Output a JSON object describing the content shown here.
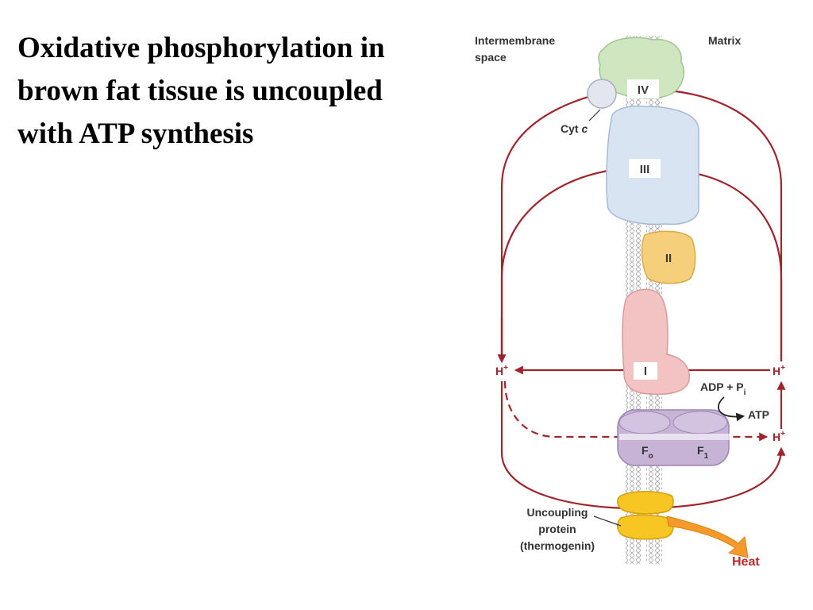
{
  "slide": {
    "title_lines": [
      "Oxidative phosphorylation in",
      "brown fat tissue is uncoupled",
      "with ATP synthesis"
    ]
  },
  "diagram": {
    "intermembrane_label_line1": "Intermembrane",
    "intermembrane_label_line2": "space",
    "matrix_label": "Matrix",
    "complex_iv": "IV",
    "cyt_c_label": "Cyt",
    "cyt_c_italic": "c",
    "complex_iii": "III",
    "complex_ii": "II",
    "complex_i": "I",
    "proton_left": "H",
    "proton_right_top": "H",
    "proton_right_bottom": "H",
    "proton_charge": "+",
    "adp_label": "ADP + P",
    "adp_subscript": "i",
    "atp_label": "ATP",
    "fo_label": "F",
    "fo_subscript": "o",
    "f1_label": "F",
    "f1_subscript": "1",
    "uncoupling_line1": "Uncoupling",
    "uncoupling_line2": "protein",
    "uncoupling_line3": "(thermogenin)",
    "heat_label": "Heat"
  },
  "colors": {
    "arrow": "#a0242b",
    "heat_text": "#c0272d",
    "complex_iv": "#cfe6c0",
    "complex_iii": "#d9e4f2",
    "complex_ii": "#f6cf7a",
    "complex_i": "#f3c3c3",
    "atp_synthase": "#c7b3d6",
    "uncoupling_protein": "#f7c623",
    "heat_arrow": "#f39a2a",
    "membrane": "#b9b9b9"
  }
}
